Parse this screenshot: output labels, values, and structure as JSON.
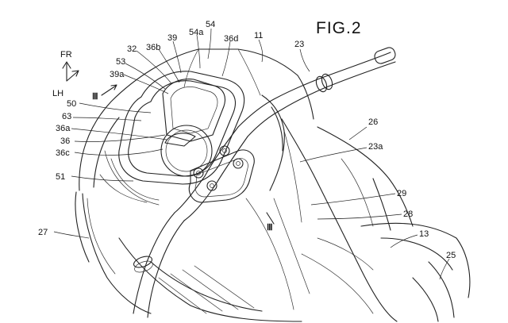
{
  "figure": {
    "title": "FIG.2",
    "direction_fr": "FR",
    "direction_lh": "LH",
    "section_mark_top": "Ⅲ",
    "section_mark_bottom": "Ⅲ"
  },
  "labels": {
    "l11": "11",
    "l13": "13",
    "l23": "23",
    "l23a": "23a",
    "l25": "25",
    "l26": "26",
    "l27": "27",
    "l28": "28",
    "l29": "29",
    "l32": "32",
    "l36": "36",
    "l36a": "36a",
    "l36b": "36b",
    "l36c": "36c",
    "l36d": "36d",
    "l39": "39",
    "l39a": "39a",
    "l50": "50",
    "l51": "51",
    "l53": "53",
    "l54": "54",
    "l54a": "54a",
    "l63": "63"
  }
}
